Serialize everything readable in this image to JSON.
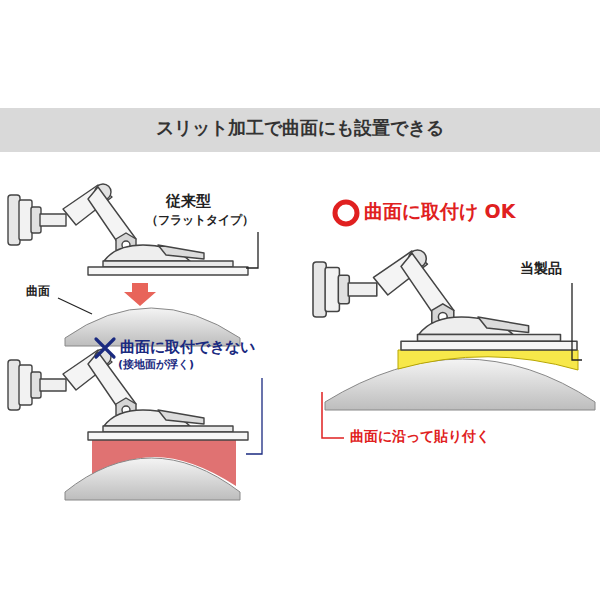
{
  "diagram": {
    "title": "スリット加工で曲面にも設置できる",
    "labels": [
      "従来型",
      "（フラットタイプ）",
      "曲面",
      "曲面に取付できない",
      "(接地面が浮く)",
      "曲面に取付け OK",
      "当製品",
      "曲面に沿って貼り付く"
    ]
  }
}
